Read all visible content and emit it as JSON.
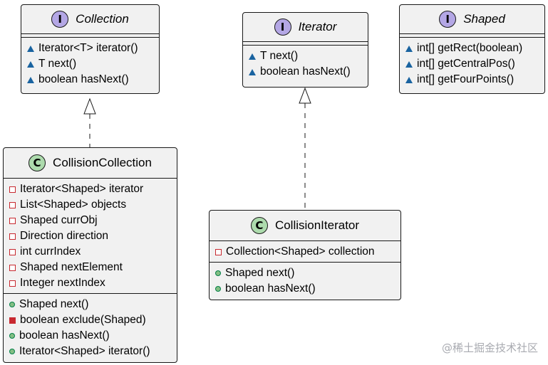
{
  "classes": {
    "collection": {
      "stereotype": "I",
      "name": "Collection",
      "fields": [],
      "methods": [
        {
          "vis": "pkg",
          "text": "Iterator<T> iterator()"
        },
        {
          "vis": "pkg",
          "text": "T next()"
        },
        {
          "vis": "pkg",
          "text": "boolean hasNext()"
        }
      ]
    },
    "iterator": {
      "stereotype": "I",
      "name": "Iterator",
      "fields": [],
      "methods": [
        {
          "vis": "pkg",
          "text": "T next()"
        },
        {
          "vis": "pkg",
          "text": "boolean hasNext()"
        }
      ]
    },
    "shaped": {
      "stereotype": "I",
      "name": "Shaped",
      "fields": [],
      "methods": [
        {
          "vis": "pkg",
          "text": "int[] getRect(boolean)"
        },
        {
          "vis": "pkg",
          "text": "int[] getCentralPos()"
        },
        {
          "vis": "pkg",
          "text": "int[] getFourPoints()"
        }
      ]
    },
    "collision_collection": {
      "stereotype": "C",
      "name": "CollisionCollection",
      "fields": [
        {
          "vis": "priv",
          "text": "Iterator<Shaped> iterator"
        },
        {
          "vis": "priv",
          "text": "List<Shaped> objects"
        },
        {
          "vis": "priv",
          "text": "Shaped currObj"
        },
        {
          "vis": "priv",
          "text": "Direction direction"
        },
        {
          "vis": "priv",
          "text": "int currIndex"
        },
        {
          "vis": "priv",
          "text": "Shaped nextElement"
        },
        {
          "vis": "priv",
          "text": "Integer nextIndex"
        }
      ],
      "methods": [
        {
          "vis": "pub",
          "text": "Shaped next()"
        },
        {
          "vis": "privm",
          "text": "boolean exclude(Shaped)"
        },
        {
          "vis": "pub",
          "text": "boolean hasNext()"
        },
        {
          "vis": "pub",
          "text": "Iterator<Shaped> iterator()"
        }
      ]
    },
    "collision_iterator": {
      "stereotype": "C",
      "name": "CollisionIterator",
      "fields": [
        {
          "vis": "priv",
          "text": "Collection<Shaped> collection"
        }
      ],
      "methods": [
        {
          "vis": "pub",
          "text": "Shaped next()"
        },
        {
          "vis": "pub",
          "text": "boolean hasNext()"
        }
      ]
    }
  },
  "watermark": "@稀土掘金技术社区",
  "colors": {
    "interface_badge": "#b4a7e5",
    "class_badge": "#addbad",
    "box_fill": "#f1f1f1",
    "package_vis": "#1963a0",
    "private_vis": "#c82930",
    "public_vis": "#84be84"
  }
}
